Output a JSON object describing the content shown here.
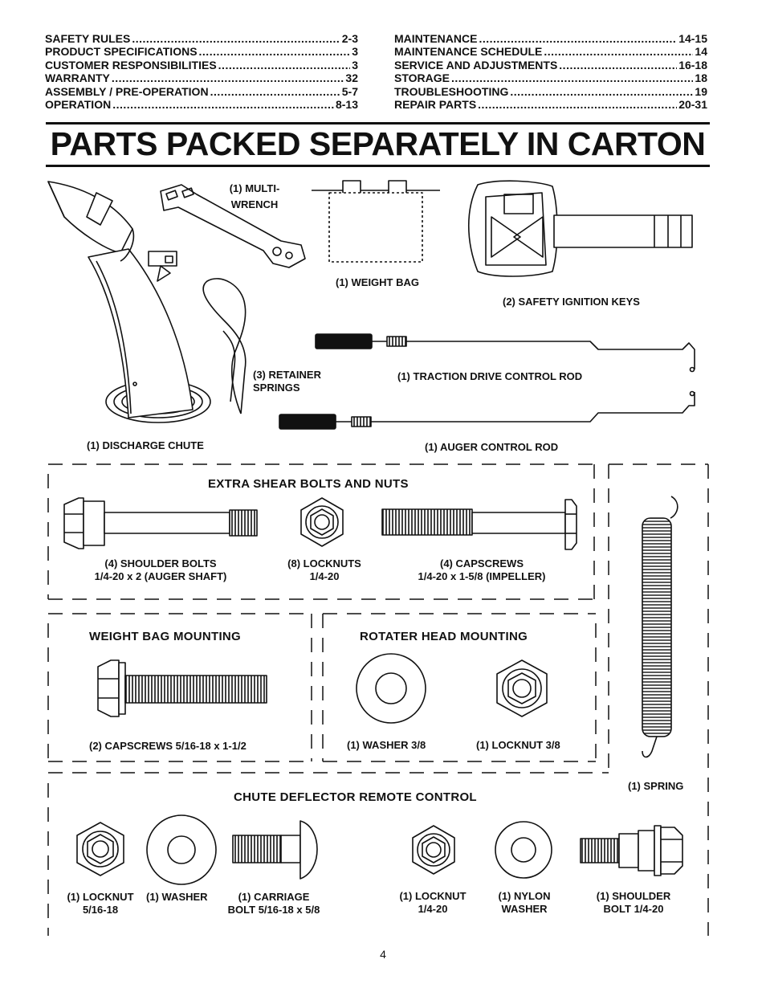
{
  "toc": {
    "left": [
      {
        "label": "SAFETY RULES",
        "page": "2-3"
      },
      {
        "label": "PRODUCT SPECIFICATIONS",
        "page": "3"
      },
      {
        "label": "CUSTOMER RESPONSIBILITIES",
        "page": "3"
      },
      {
        "label": "WARRANTY",
        "page": "32"
      },
      {
        "label": "ASSEMBLY / PRE-OPERATION",
        "page": "5-7"
      },
      {
        "label": "OPERATION",
        "page": "8-13"
      }
    ],
    "right": [
      {
        "label": "MAINTENANCE",
        "page": "14-15"
      },
      {
        "label": "MAINTENANCE SCHEDULE",
        "page": "14"
      },
      {
        "label": "SERVICE AND ADJUSTMENTS",
        "page": "16-18"
      },
      {
        "label": "STORAGE",
        "page": "18"
      },
      {
        "label": "TROUBLESHOOTING",
        "page": "19"
      },
      {
        "label": "REPAIR PARTS",
        "page": "20-31"
      }
    ]
  },
  "title": "PARTS PACKED SEPARATELY IN CARTON",
  "parts": {
    "multi_wrench_1": "(1) MULTI-",
    "multi_wrench_2": "WRENCH",
    "weight_bag": "(1) WEIGHT BAG",
    "ignition_keys": "(2) SAFETY IGNITION KEYS",
    "retainer_1": "(3) RETAINER",
    "retainer_2": "SPRINGS",
    "traction_rod": "(1) TRACTION DRIVE CONTROL ROD",
    "discharge_chute": "(1) DISCHARGE CHUTE",
    "auger_rod": "(1) AUGER CONTROL ROD"
  },
  "extra_shear": {
    "heading": "EXTRA SHEAR BOLTS AND NUTS",
    "shoulder_1": "(4) SHOULDER BOLTS",
    "shoulder_2": "1/4-20 x 2 (AUGER SHAFT)",
    "locknuts_1": "(8) LOCKNUTS",
    "locknuts_2": "1/4-20",
    "capscrews_1": "(4) CAPSCREWS",
    "capscrews_2": "1/4-20 x 1-5/8 (IMPELLER)"
  },
  "weight_bag_mounting": {
    "heading": "WEIGHT BAG MOUNTING",
    "capscrews": "(2) CAPSCREWS  5/16-18 x 1-1/2"
  },
  "rotater_head": {
    "heading": "ROTATER HEAD MOUNTING",
    "washer": "(1) WASHER  3/8",
    "locknut": "(1) LOCKNUT  3/8"
  },
  "spring": "(1) SPRING",
  "chute_deflector": {
    "heading": "CHUTE DEFLECTOR REMOTE CONTROL",
    "locknut_1": "(1) LOCKNUT",
    "locknut_2": "5/16-18",
    "washer": "(1) WASHER",
    "carriage_1": "(1) CARRIAGE",
    "carriage_2": "BOLT  5/16-18 x 5/8",
    "locknut2_1": "(1) LOCKNUT",
    "locknut2_2": "1/4-20",
    "nylon_1": "(1) NYLON",
    "nylon_2": "WASHER",
    "shoulder_1": "(1) SHOULDER",
    "shoulder_2": "BOLT  1/4-20"
  },
  "page_number": "4"
}
